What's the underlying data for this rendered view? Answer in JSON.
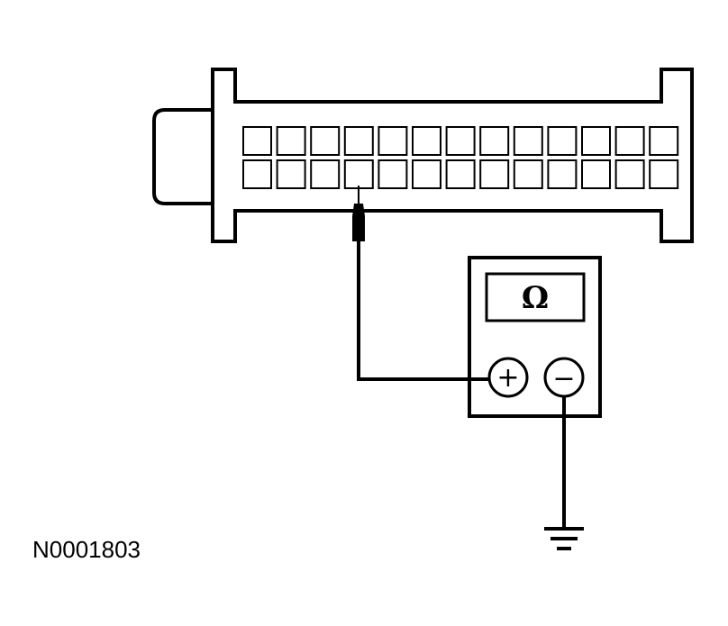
{
  "diagram": {
    "code": "N0001803",
    "connector": {
      "rows": 2,
      "pins_per_row": 13,
      "probed_pin": {
        "row": 2,
        "index": 4
      }
    },
    "meter": {
      "display_symbol": "Ω",
      "positive_label": "+",
      "negative_label": "−"
    },
    "ground_symbol": "ground-icon"
  }
}
